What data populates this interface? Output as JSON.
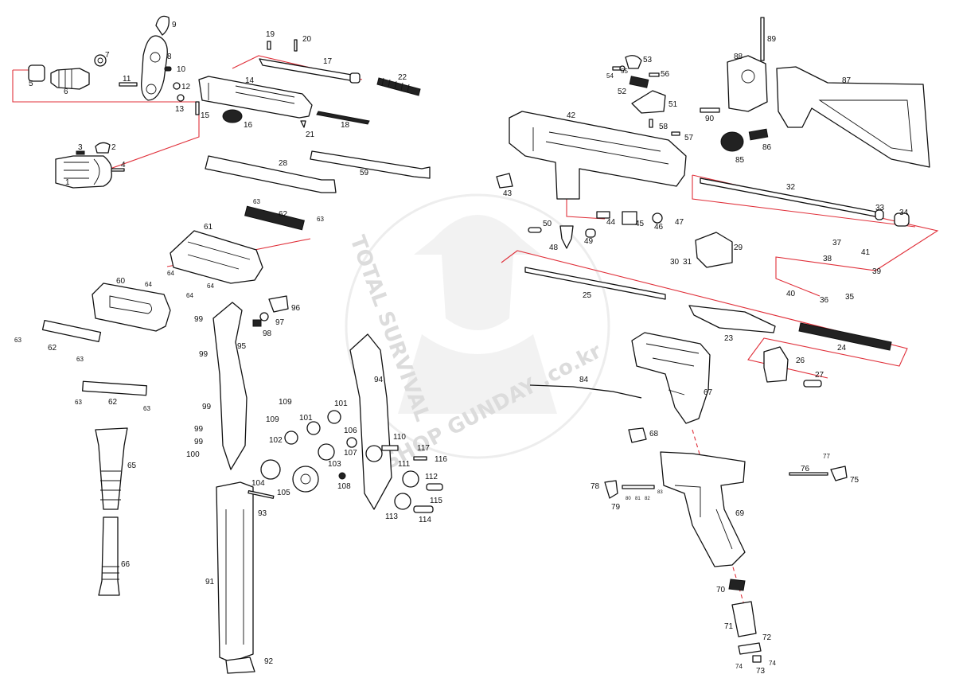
{
  "watermark": {
    "text_top": "TOTAL SURVIVAL",
    "text_bottom": "SHOP GUNDAY .co.kr"
  },
  "part_labels": {
    "p1": "1",
    "p2": "2",
    "p3": "3",
    "p4": "4",
    "p5": "5",
    "p6": "6",
    "p7": "7",
    "p8": "8",
    "p9": "9",
    "p10": "10",
    "p11": "11",
    "p12": "12",
    "p13": "13",
    "p14": "14",
    "p15": "15",
    "p16": "16",
    "p17": "17",
    "p18": "18",
    "p19": "19",
    "p20": "20",
    "p21": "21",
    "p22": "22",
    "p23": "23",
    "p24": "24",
    "p25": "25",
    "p26": "26",
    "p27": "27",
    "p28": "28",
    "p29": "29",
    "p30": "30",
    "p31": "31",
    "p32": "32",
    "p33": "33",
    "p34": "34",
    "p35": "35",
    "p36": "36",
    "p37": "37",
    "p38": "38",
    "p39": "39",
    "p40": "40",
    "p41": "41",
    "p42": "42",
    "p43": "43",
    "p44": "44",
    "p45": "45",
    "p46": "46",
    "p47": "47",
    "p48": "48",
    "p49": "49",
    "p50": "50",
    "p51": "51",
    "p52": "52",
    "p53": "53",
    "p54": "54",
    "p55": "55",
    "p56": "56",
    "p57": "57",
    "p58": "58",
    "p59": "59",
    "p60": "60",
    "p61": "61",
    "p62": "62",
    "p63": "63",
    "p64": "64",
    "p65": "65",
    "p66": "66",
    "p67": "67",
    "p68": "68",
    "p69": "69",
    "p70": "70",
    "p71": "71",
    "p72": "72",
    "p73": "73",
    "p74": "74",
    "p75": "75",
    "p76": "76",
    "p77": "77",
    "p78": "78",
    "p79": "79",
    "p80": "80",
    "p81": "81",
    "p82": "82",
    "p83": "83",
    "p84": "84",
    "p85": "85",
    "p86": "86",
    "p87": "87",
    "p88": "88",
    "p89": "89",
    "p90": "90",
    "p91": "91",
    "p92": "92",
    "p93": "93",
    "p94": "94",
    "p95": "95",
    "p96": "96",
    "p97": "97",
    "p98": "98",
    "p99": "99",
    "p100": "100",
    "p101": "101",
    "p102": "102",
    "p103": "103",
    "p104": "104",
    "p105": "105",
    "p106": "106",
    "p107": "107",
    "p108": "108",
    "p109": "109",
    "p110": "110",
    "p111": "111",
    "p112": "112",
    "p113": "113",
    "p114": "114",
    "p115": "115",
    "p116": "116",
    "p117": "117"
  },
  "colors": {
    "leader_line": "#e0303a",
    "outline": "#111111",
    "watermark": "#d9d9d9"
  }
}
